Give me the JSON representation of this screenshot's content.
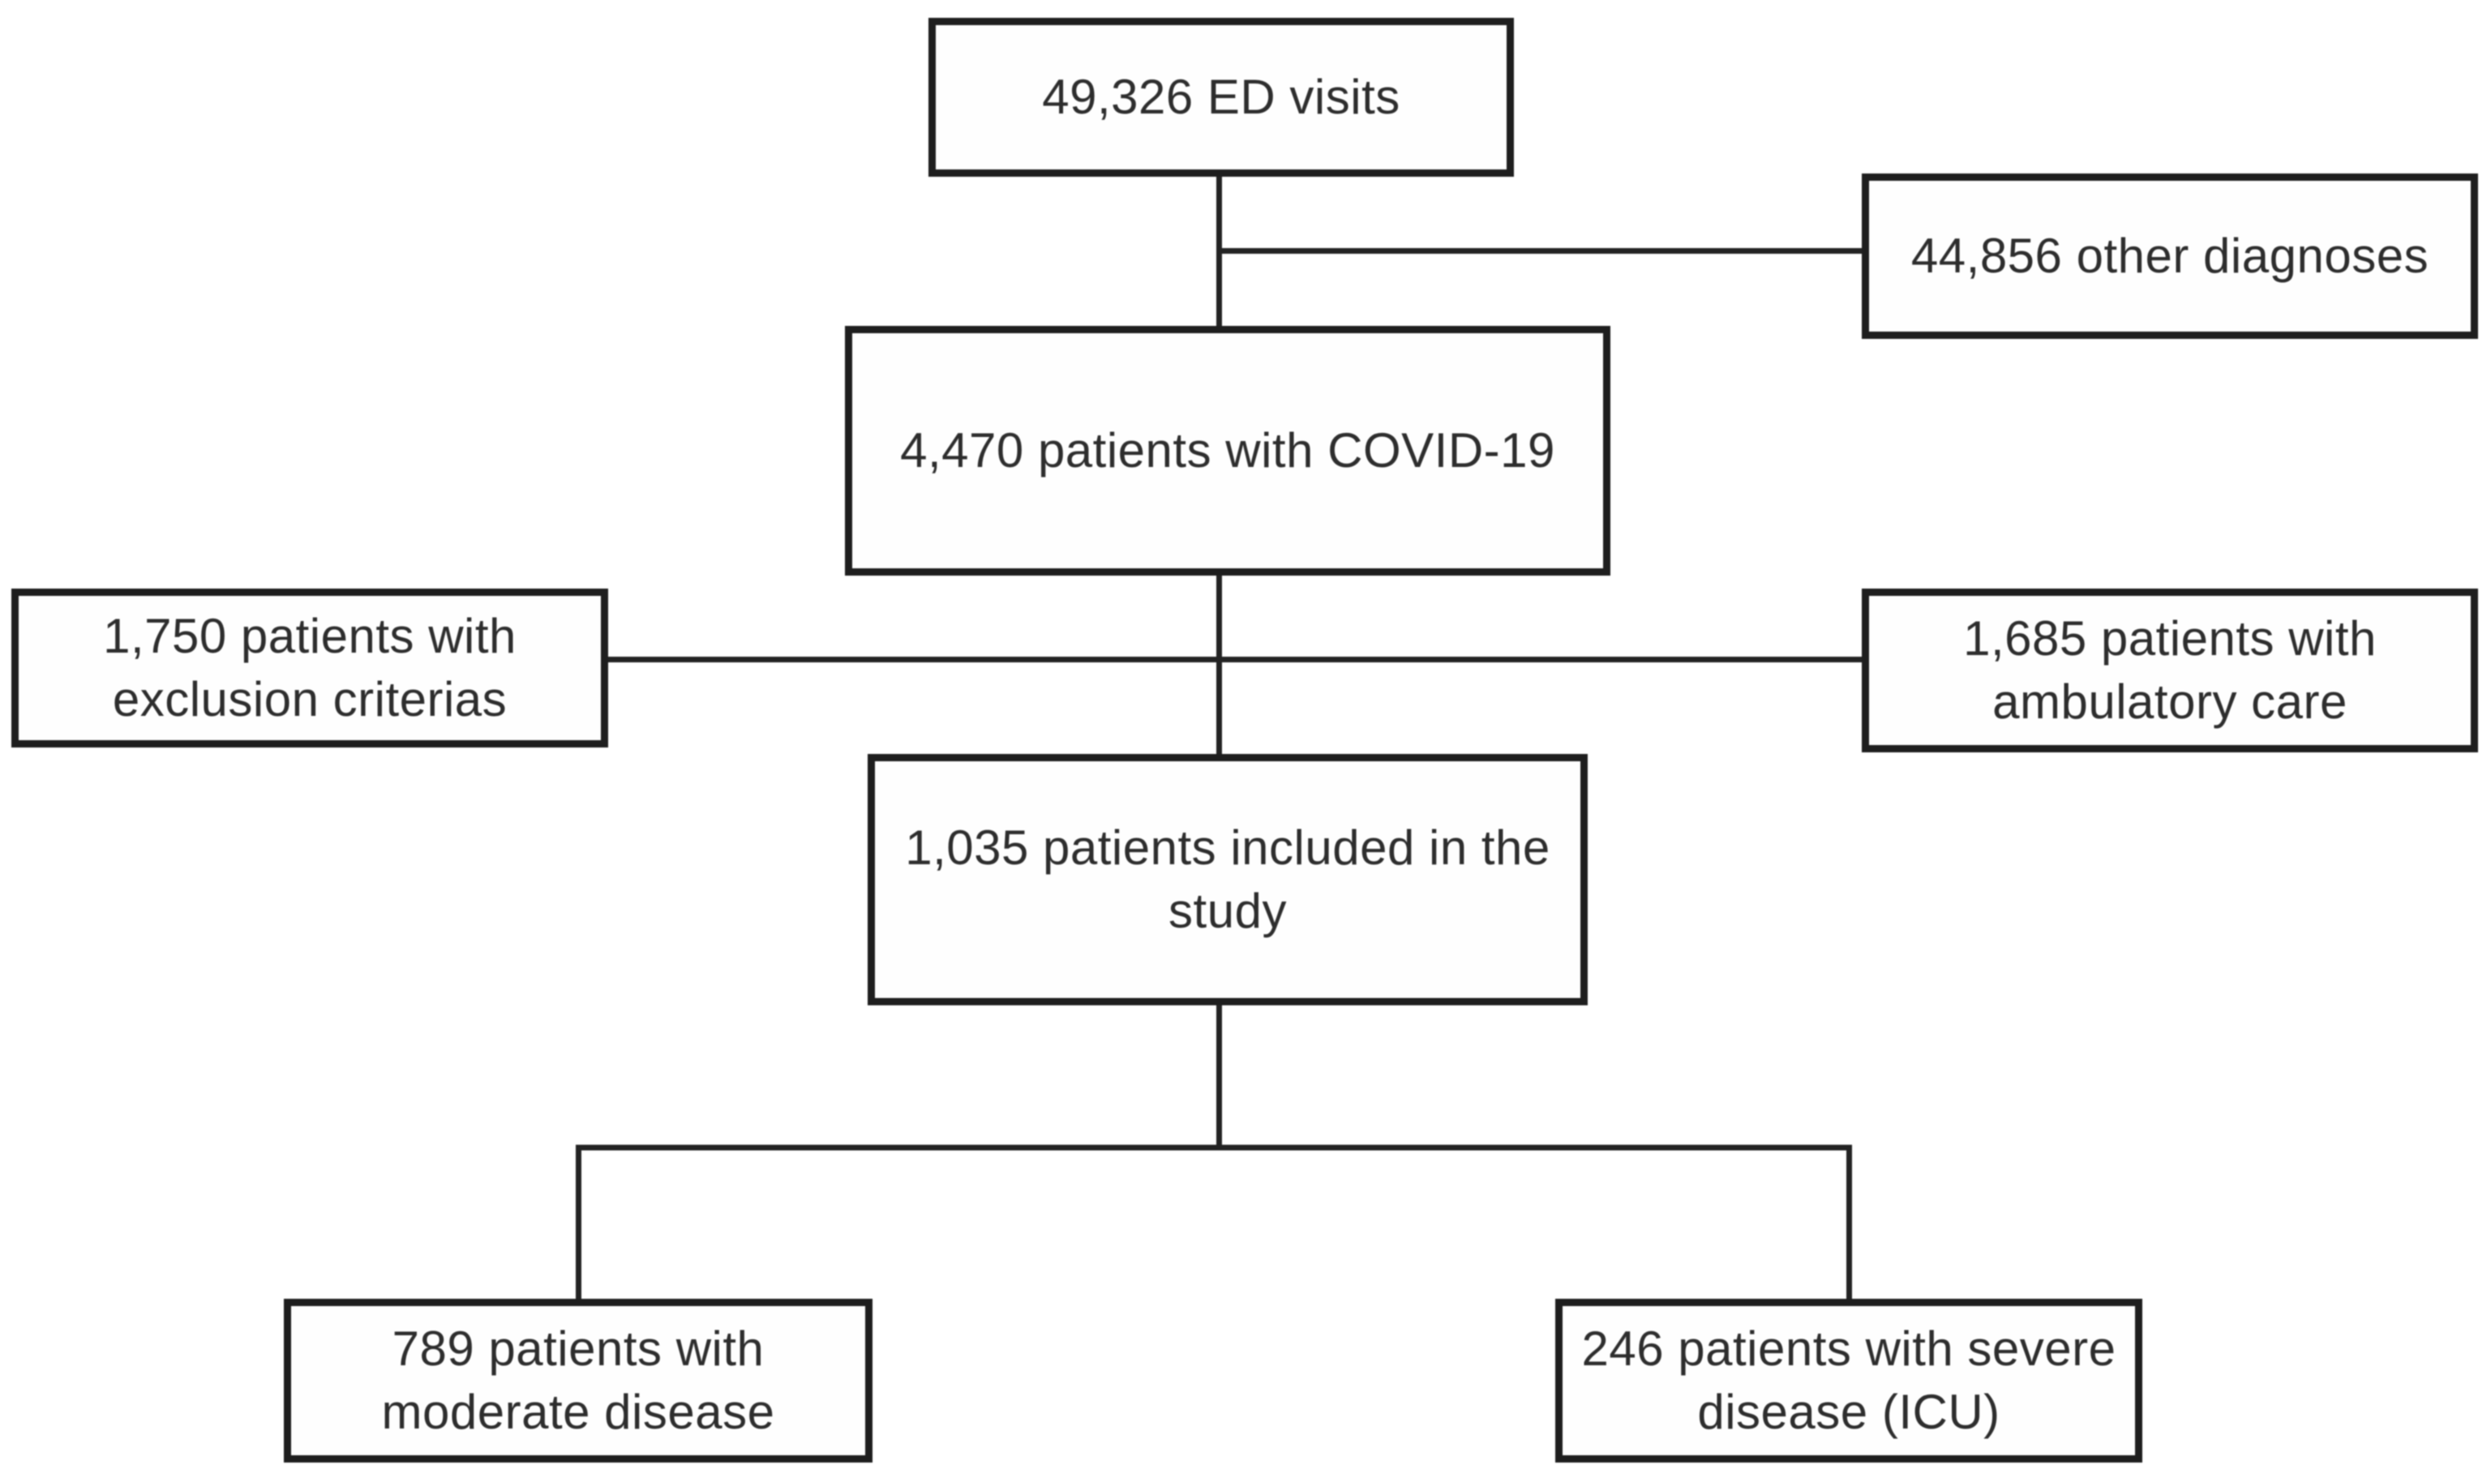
{
  "diagram": {
    "type": "patient-flowchart",
    "colors": {
      "box_border": "#1e1e1e",
      "line": "#232323",
      "text": "#2d2d2d",
      "background": "#ffffff"
    },
    "nodes": {
      "ed_visits": {
        "label": "49,326 ED visits",
        "value": 49326
      },
      "other_diagnoses": {
        "label": "44,856 other diagnoses",
        "value": 44856
      },
      "covid": {
        "label": "4,470 patients with COVID-19",
        "value": 4470
      },
      "exclusion": {
        "label": "1,750 patients with exclusion criterias",
        "value": 1750
      },
      "ambulatory": {
        "label": "1,685 patients with ambulatory care",
        "value": 1685
      },
      "included": {
        "label": "1,035 patients included in the study",
        "value": 1035
      },
      "moderate": {
        "label": "789 patients with moderate disease",
        "value": 789
      },
      "severe": {
        "label": "246 patients with severe disease (ICU)",
        "value": 246
      }
    },
    "edges": [
      {
        "from": "ed_visits",
        "to": "covid"
      },
      {
        "from": "ed_visits",
        "to": "other_diagnoses"
      },
      {
        "from": "covid",
        "to": "included"
      },
      {
        "from": "covid",
        "to": "exclusion"
      },
      {
        "from": "covid",
        "to": "ambulatory"
      },
      {
        "from": "included",
        "to": "moderate"
      },
      {
        "from": "included",
        "to": "severe"
      }
    ]
  }
}
